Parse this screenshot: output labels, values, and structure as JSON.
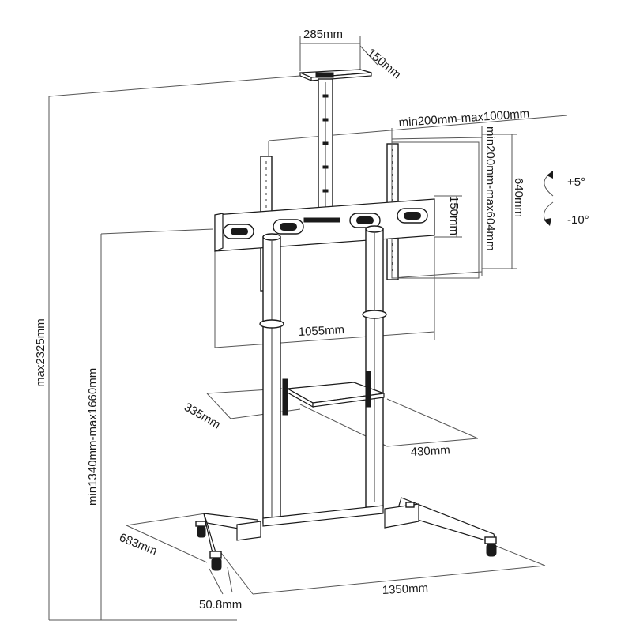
{
  "dimensions": {
    "top_tray_width": "285mm",
    "top_tray_depth": "150mm",
    "vesa_horizontal": "min200mm-max1000mm",
    "vesa_vertical": "min200mm-max604mm",
    "bracket_height": "640mm",
    "bracket_slot_height": "150mm",
    "bracket_width": "1055mm",
    "max_height": "max2325mm",
    "mount_height": "min1340mm-max1660mm",
    "shelf_depth": "335mm",
    "shelf_width": "430mm",
    "base_depth": "683mm",
    "base_width": "1350mm",
    "caster_size": "50.8mm"
  },
  "tilt": {
    "up": "+5°",
    "down": "-10°"
  }
}
